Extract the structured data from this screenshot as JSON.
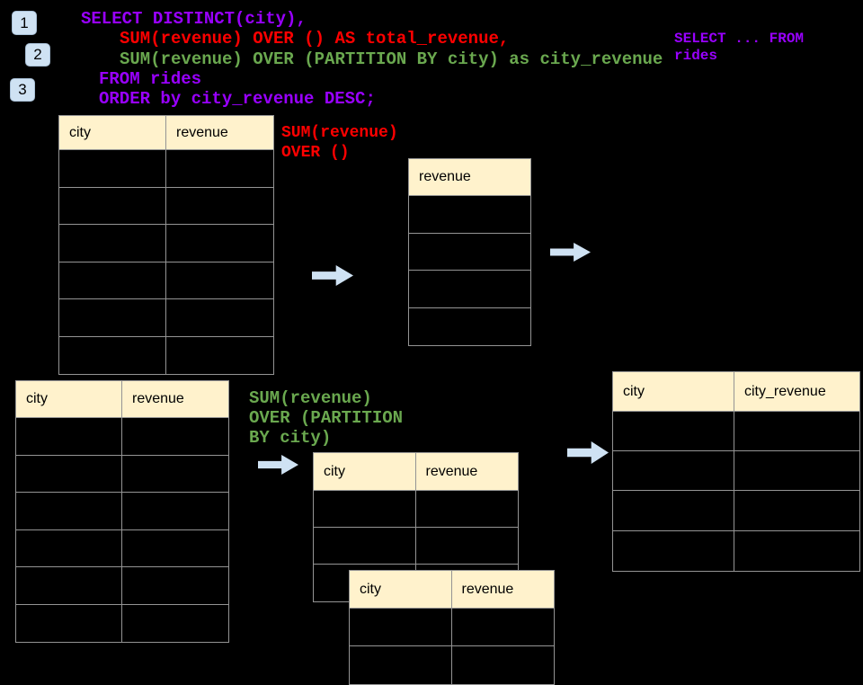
{
  "colors": {
    "background": "#000000",
    "purple": "#9900ff",
    "red": "#ff0000",
    "green": "#6aa84f",
    "header_fill": "#fff2cc",
    "arrow_fill": "#cfe2f3",
    "badge_fill": "#cfe2f3",
    "table_border": "#949494"
  },
  "badges": [
    "1",
    "2",
    "3"
  ],
  "code": {
    "lines": [
      {
        "text": "SELECT DISTINCT(city),",
        "color": "purple"
      },
      {
        "text": "SUM(revenue) OVER () AS total_revenue,",
        "color": "red"
      },
      {
        "text": "SUM(revenue) OVER (PARTITION BY city) as city_revenue",
        "color": "green"
      },
      {
        "text": "FROM rides",
        "color": "purple"
      },
      {
        "text": "ORDER by city_revenue DESC;",
        "color": "purple"
      }
    ]
  },
  "side_note": {
    "color": "purple",
    "lines": [
      "SELECT ... FROM",
      "rides"
    ]
  },
  "annotations": {
    "total": {
      "color": "red",
      "lines": [
        "SUM(revenue)",
        "OVER ()"
      ]
    },
    "partition": {
      "color": "green",
      "lines": [
        "SUM(revenue)",
        "OVER (PARTITION",
        "BY city)"
      ]
    }
  },
  "tables": [
    {
      "name": "source-table-top",
      "headers": [
        "city",
        "revenue"
      ],
      "empty_rows": 6
    },
    {
      "name": "total-revenue-column",
      "headers": [
        "revenue"
      ],
      "empty_rows": 4
    },
    {
      "name": "source-table-bottom",
      "headers": [
        "city",
        "revenue"
      ],
      "empty_rows": 6
    },
    {
      "name": "partition-table-back",
      "headers": [
        "city",
        "revenue"
      ],
      "empty_rows": 3
    },
    {
      "name": "partition-table-front",
      "headers": [
        "city",
        "revenue"
      ],
      "empty_rows": 2
    },
    {
      "name": "city-revenue-result",
      "headers": [
        "city",
        "city_revenue"
      ],
      "empty_rows": 4
    }
  ]
}
